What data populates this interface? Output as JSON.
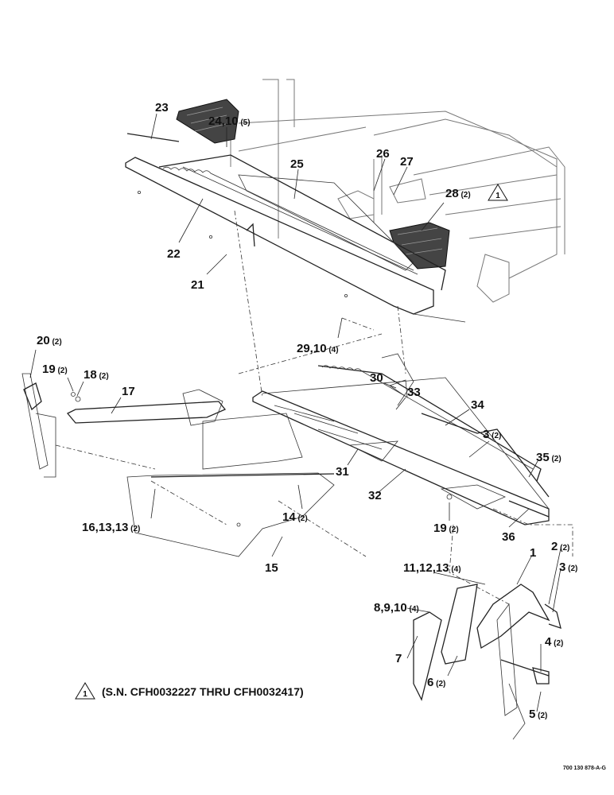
{
  "labels": [
    {
      "id": "l23",
      "num": "23",
      "qty": ""
    },
    {
      "id": "l24",
      "num": "24,10",
      "qty": "(5)"
    },
    {
      "id": "l25",
      "num": "25",
      "qty": ""
    },
    {
      "id": "l26",
      "num": "26",
      "qty": ""
    },
    {
      "id": "l27",
      "num": "27",
      "qty": ""
    },
    {
      "id": "l28",
      "num": "28",
      "qty": "(2)"
    },
    {
      "id": "l22",
      "num": "22",
      "qty": ""
    },
    {
      "id": "l21",
      "num": "21",
      "qty": ""
    },
    {
      "id": "l29",
      "num": "29,10",
      "qty": "(4)"
    },
    {
      "id": "l20",
      "num": "20",
      "qty": "(2)"
    },
    {
      "id": "l19a",
      "num": "19",
      "qty": "(2)"
    },
    {
      "id": "l18",
      "num": "18",
      "qty": "(2)"
    },
    {
      "id": "l17",
      "num": "17",
      "qty": ""
    },
    {
      "id": "l30",
      "num": "30",
      "qty": ""
    },
    {
      "id": "l33",
      "num": "33",
      "qty": ""
    },
    {
      "id": "l34",
      "num": "34",
      "qty": ""
    },
    {
      "id": "l3a",
      "num": "3",
      "qty": "(2)"
    },
    {
      "id": "l35",
      "num": "35",
      "qty": "(2)"
    },
    {
      "id": "l31",
      "num": "31",
      "qty": ""
    },
    {
      "id": "l32",
      "num": "32",
      "qty": ""
    },
    {
      "id": "l16",
      "num": "16,13,13",
      "qty": "(2)"
    },
    {
      "id": "l14",
      "num": "14",
      "qty": "(2)"
    },
    {
      "id": "l19b",
      "num": "19",
      "qty": "(2)"
    },
    {
      "id": "l36",
      "num": "36",
      "qty": ""
    },
    {
      "id": "l15",
      "num": "15",
      "qty": ""
    },
    {
      "id": "l1",
      "num": "1",
      "qty": ""
    },
    {
      "id": "l2",
      "num": "2",
      "qty": "(2)"
    },
    {
      "id": "l11",
      "num": "11,12,13",
      "qty": "(4)"
    },
    {
      "id": "l3b",
      "num": "3",
      "qty": "(2)"
    },
    {
      "id": "l8",
      "num": "8,9,10",
      "qty": "(4)"
    },
    {
      "id": "l4",
      "num": "4",
      "qty": "(2)"
    },
    {
      "id": "l7",
      "num": "7",
      "qty": ""
    },
    {
      "id": "l6",
      "num": "6",
      "qty": "(2)"
    },
    {
      "id": "l5",
      "num": "5",
      "qty": "(2)"
    }
  ],
  "note_marker": "1",
  "note": {
    "marker": "1",
    "text": "(S.N. CFH0032227 THRU CFH0032417)"
  },
  "drawing_number": "700 130 878-A-G"
}
